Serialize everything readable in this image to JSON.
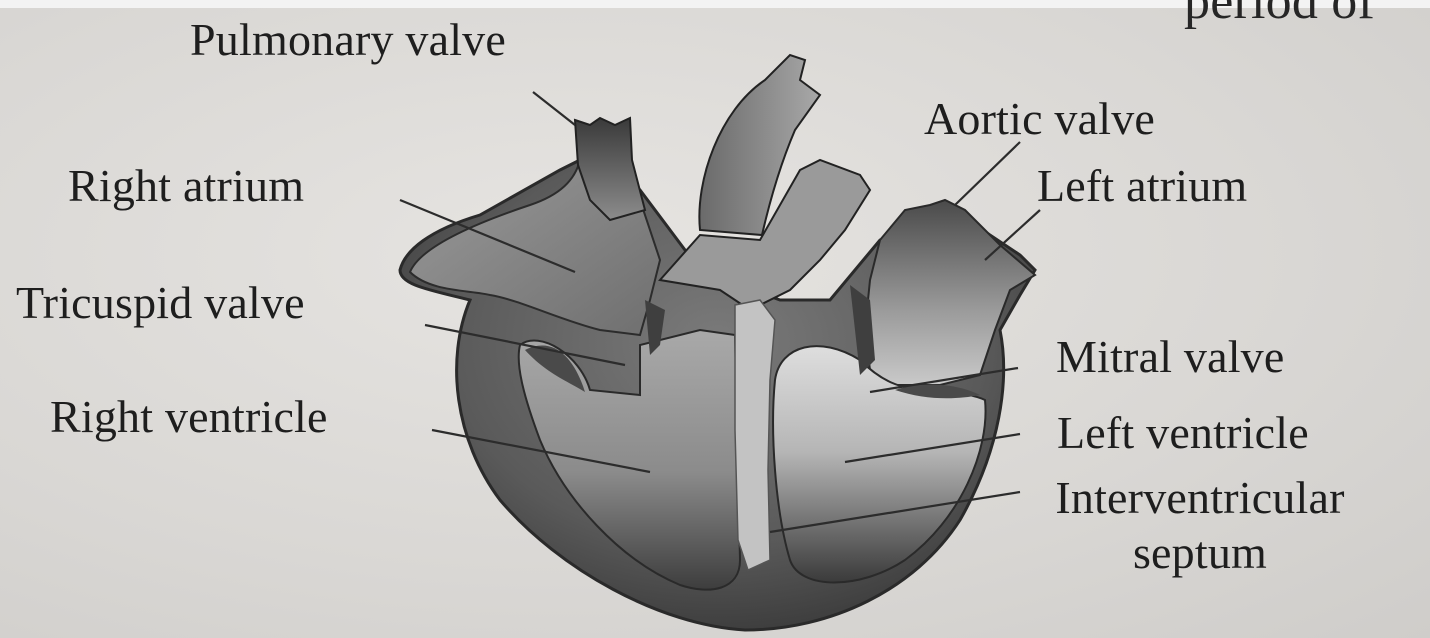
{
  "header_fragment": "period of",
  "labels": {
    "pulmonary_valve": "Pulmonary valve",
    "right_atrium": "Right atrium",
    "tricuspid_valve": "Tricuspid valve",
    "right_ventricle": "Right ventricle",
    "aortic_valve": "Aortic valve",
    "left_atrium": "Left atrium",
    "mitral_valve": "Mitral valve",
    "left_ventricle": "Left ventricle",
    "interventricular_line1": "Interventricular",
    "interventricular_line2": "septum"
  },
  "colors": {
    "paper": "#dcdad7",
    "ink": "#1e1e1e",
    "heart_dark": "#3a3a3a",
    "heart_mid": "#8a8a8a",
    "heart_light": "#d0d0d0"
  }
}
